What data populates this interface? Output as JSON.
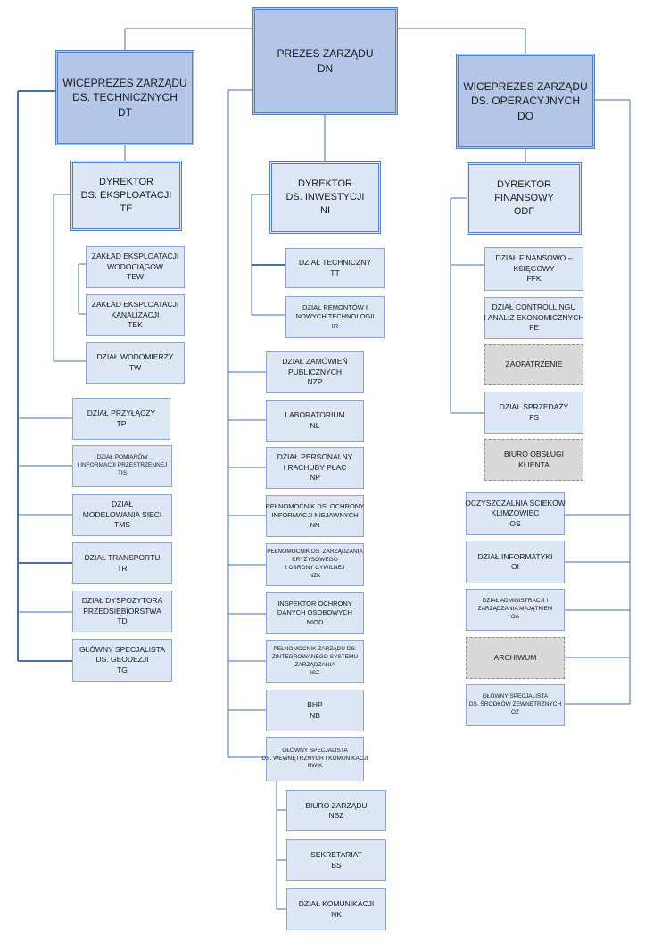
{
  "colors": {
    "top_fill": "#b3c6e7",
    "box_fill": "#dce6f4",
    "line": "#4a6fa5",
    "grey_fill": "#d9d9d9"
  },
  "boxes": {
    "dn": {
      "l1": "PREZES ZARZĄDU",
      "l2": "DN"
    },
    "dt": {
      "l1": "WICEPREZES ZARZĄDU",
      "l2": "DS. TECHNICZNYCH",
      "l3": "DT"
    },
    "do": {
      "l1": "WICEPREZES ZARZĄDU",
      "l2": "DS. OPERACYJNYCH",
      "l3": "DO"
    },
    "te": {
      "l1": "DYREKTOR",
      "l2": "DS. EKSPLOATACJI",
      "l3": "TE"
    },
    "ni": {
      "l1": "DYREKTOR",
      "l2": "DS. INWESTYCJI",
      "l3": "NI"
    },
    "odf": {
      "l1": "DYREKTOR",
      "l2": "FINANSOWY",
      "l3": "ODF"
    },
    "tew": {
      "l1": "ZAKŁAD EKSPLOATACJI",
      "l2": "WODOCIĄGÓW",
      "l3": "TEW"
    },
    "tek": {
      "l1": "ZAKŁAD EKSPLOATACJI",
      "l2": "KANALIZACJI",
      "l3": "TEK"
    },
    "tw": {
      "l1": "DZIAŁ WODOMIERZY",
      "l2": "TW"
    },
    "tp": {
      "l1": "DZIAŁ PRZYŁĄCZY",
      "l2": "TP"
    },
    "tis": {
      "l1": "DZIAŁ POMIARÓW",
      "l2": "I INFORMACJI PRZESTRZENNEJ",
      "l3": "TIS"
    },
    "tms": {
      "l1": "DZIAŁ",
      "l2": "MODELOWANIA SIECI",
      "l3": "TMS"
    },
    "tr": {
      "l1": "DZIAŁ TRANSPORTU",
      "l2": "TR"
    },
    "td": {
      "l1": "DZIAŁ DYSPOZYTORA",
      "l2": "PRZEDSIĘBIORSTWA",
      "l3": "TD"
    },
    "tg": {
      "l1": "GŁÓWNY SPECJALISTA",
      "l2": "DS. GEODEZJI",
      "l3": "TG"
    },
    "tt": {
      "l1": "DZIAŁ TECHNICZNY",
      "l2": "TT"
    },
    "ir": {
      "l1": "DZIAŁ REMONTÓW I",
      "l2": "NOWYCH TECHNOLOGII",
      "l3": "IR"
    },
    "nzp": {
      "l1": "DZIAŁ ZAMÓWIEŃ",
      "l2": "PUBLICZNYCH",
      "l3": "NZP"
    },
    "nl": {
      "l1": "LABORATORIUM",
      "l2": "NL"
    },
    "np": {
      "l1": "DZIAŁ PERSONALNY",
      "l2": "I RACHUBY PŁAC",
      "l3": "NP"
    },
    "nn": {
      "l1": "PEŁNOMOCNIK DS. OCHRONY",
      "l2": "INFORMACJI NIEJAWNYCH",
      "l3": "NN"
    },
    "nzk": {
      "l1": "PEŁNOMOCNIK DS. ZARZĄDZANIA",
      "l2": "KRYZYSOWEGO",
      "l3": "I OBRONY CYWILNEJ",
      "l4": "NZK"
    },
    "niod": {
      "l1": "INSPEKTOR OCHRONY",
      "l2": "DANYCH OSOBOWYCH",
      "l3": "NIOD"
    },
    "isz": {
      "l1": "PEŁNOMOCNIK ZARZĄDU DS.",
      "l2": "ZINTEGROWANEGO SYSTEMU",
      "l3": "ZARZĄDZANIA",
      "l4": "ISZ"
    },
    "nb": {
      "l1": "BHP",
      "l2": "NB"
    },
    "nwik": {
      "l1": "GŁÓWNY SPECJALISTA",
      "l2": "DS. WEWNĘTRZNYCH I KOMUNIKACJI",
      "l3": "NWIK"
    },
    "nbz": {
      "l1": "BIURO ZARZĄDU",
      "l2": "NBZ"
    },
    "bs": {
      "l1": "SEKRETARIAT",
      "l2": "BS"
    },
    "nk": {
      "l1": "DZIAŁ KOMUNIKACJI",
      "l2": "NK"
    },
    "ffk": {
      "l1": "DZIAŁ FINANSOWO –",
      "l2": "KSIĘGOWY",
      "l3": "FFK"
    },
    "fe": {
      "l1": "DZIAŁ CONTROLLINGU",
      "l2": "I ANALIZ EKONOMICZNYCH",
      "l3": "FE"
    },
    "zaop": {
      "l1": "ZAOPATRZENIE"
    },
    "fs": {
      "l1": "DZIAŁ SPRZEDAŻY",
      "l2": "FS"
    },
    "bok": {
      "l1": "BIURO OBSŁUGI",
      "l2": "KLIENTA"
    },
    "os": {
      "l1": "OCZYSZCZALNIA ŚCIEKÓW",
      "l2": "KLIMZOWIEC",
      "l3": "OS"
    },
    "oi": {
      "l1": "DZIAŁ INFORMATYKI",
      "l2": "OI"
    },
    "oa": {
      "l1": "DZIAŁ ADMINISTRACJI I",
      "l2": "ZARZĄDZANIA MAJĄTKIEM",
      "l3": "OA"
    },
    "arch": {
      "l1": "ARCHIWUM"
    },
    "oz": {
      "l1": "GŁÓWNY SPECJALISTA",
      "l2": "DS. ŚRODKÓW ZEWNĘTRZNYCH",
      "l3": "OZ"
    }
  }
}
